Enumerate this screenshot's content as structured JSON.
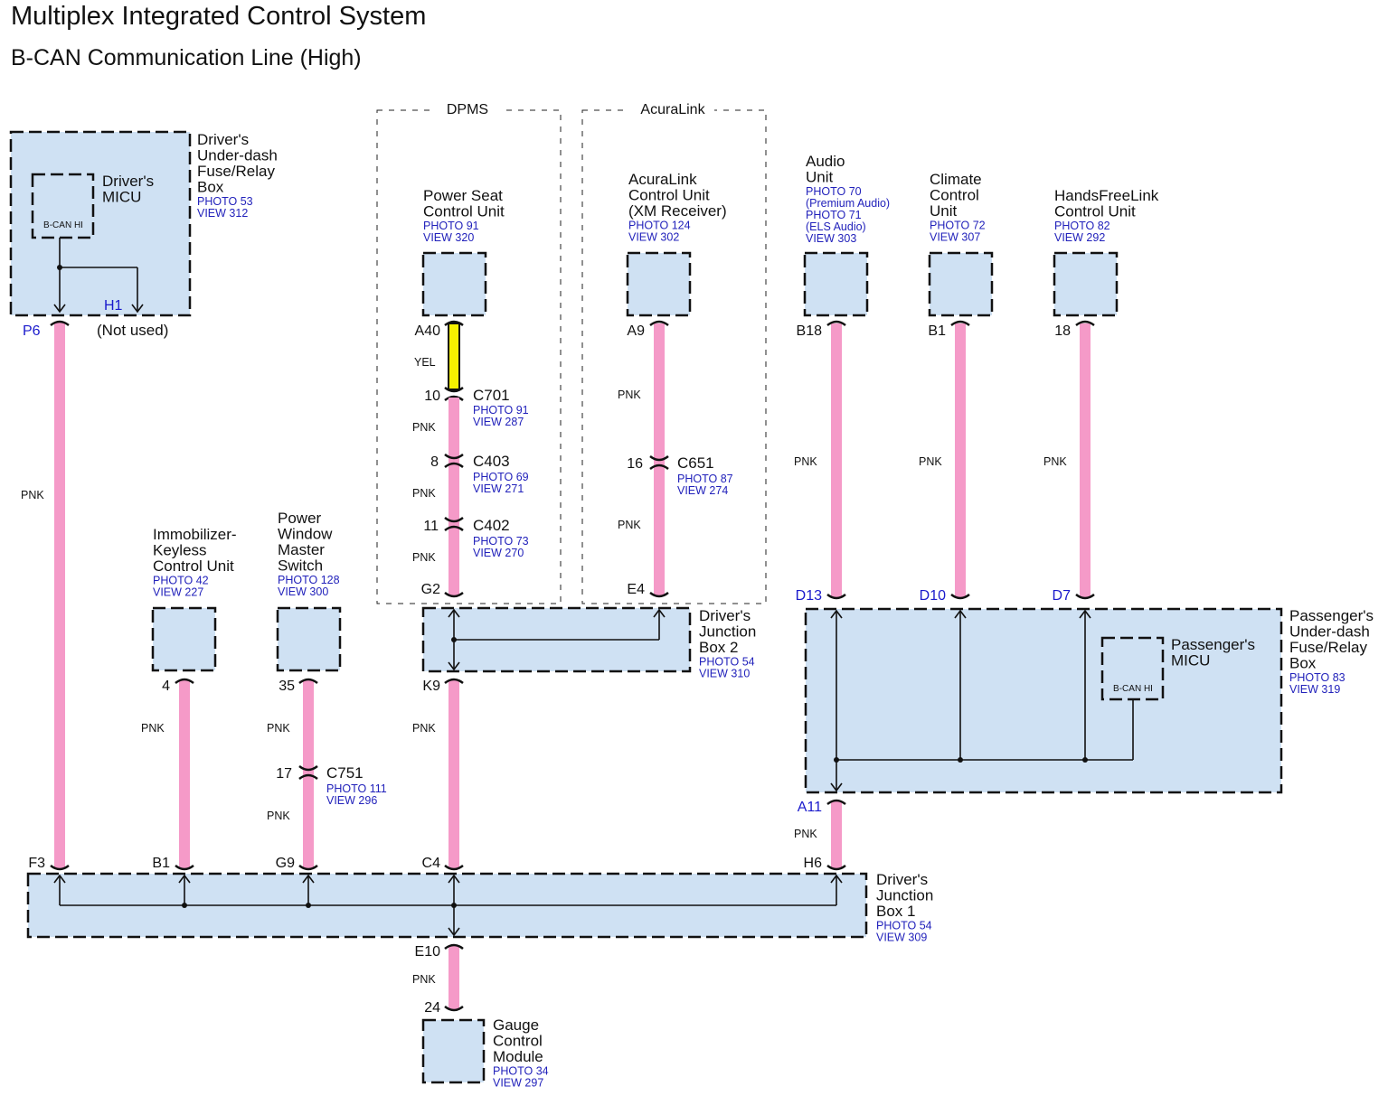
{
  "header": {
    "title": "Multiplex Integrated Control System",
    "subtitle": "B-CAN Communication Line (High)"
  },
  "colors": {
    "box_fill": "#cfe1f3",
    "wire_pink": "#f59ac8",
    "wire_yellow": "#f5f000",
    "ref_text": "#2222bb",
    "pin_blue": "#1a1acc"
  },
  "groups": {
    "dpms": "DPMS",
    "acuralink": "AcuraLink"
  },
  "components": {
    "driver_fuse_box": {
      "name": [
        "Driver's",
        "Under-dash",
        "Fuse/Relay",
        "Box"
      ],
      "refs": [
        "PHOTO 53",
        "VIEW 312"
      ]
    },
    "driver_micu": {
      "name": [
        "Driver's",
        "MICU"
      ],
      "pin_label": "B-CAN HI"
    },
    "power_seat": {
      "name": [
        "Power Seat",
        "Control Unit"
      ],
      "refs": [
        "PHOTO 91",
        "VIEW 320"
      ]
    },
    "acuralink_unit": {
      "name": [
        "AcuraLink",
        "Control Unit",
        "(XM Receiver)"
      ],
      "refs": [
        "PHOTO 124",
        "VIEW 302"
      ]
    },
    "audio_unit": {
      "name": [
        "Audio",
        "Unit"
      ],
      "refs": [
        "PHOTO 70",
        "(Premium Audio)",
        "PHOTO 71",
        "(ELS Audio)",
        "VIEW 303"
      ]
    },
    "climate_unit": {
      "name": [
        "Climate",
        "Control",
        "Unit"
      ],
      "refs": [
        "PHOTO 72",
        "VIEW 307"
      ]
    },
    "handsfreelink_unit": {
      "name": [
        "HandsFreeLink",
        "Control Unit"
      ],
      "refs": [
        "PHOTO 82",
        "VIEW 292"
      ]
    },
    "immobilizer_unit": {
      "name": [
        "Immobilizer-",
        "Keyless",
        "Control Unit"
      ],
      "refs": [
        "PHOTO 42",
        "VIEW 227"
      ]
    },
    "power_window_switch": {
      "name": [
        "Power",
        "Window",
        "Master",
        "Switch"
      ],
      "refs": [
        "PHOTO 128",
        "VIEW 300"
      ]
    },
    "junction_box_2": {
      "name": [
        "Driver's",
        "Junction",
        "Box 2"
      ],
      "refs": [
        "PHOTO 54",
        "VIEW 310"
      ]
    },
    "passenger_fuse_box": {
      "name": [
        "Passenger's",
        "Under-dash",
        "Fuse/Relay",
        "Box"
      ],
      "refs": [
        "PHOTO 83",
        "VIEW 319"
      ]
    },
    "passenger_micu": {
      "name": [
        "Passenger's",
        "MICU"
      ],
      "pin_label": "B-CAN HI"
    },
    "junction_box_1": {
      "name": [
        "Driver's",
        "Junction",
        "Box 1"
      ],
      "refs": [
        "PHOTO 54",
        "VIEW 309"
      ]
    },
    "gauge_module": {
      "name": [
        "Gauge",
        "Control",
        "Module"
      ],
      "refs": [
        "PHOTO 34",
        "VIEW 297"
      ]
    }
  },
  "pins": {
    "p6": "P6",
    "h1": "H1",
    "h1_note": "(Not used)",
    "a40": "A40",
    "c701_pin": "10",
    "c403_pin": "8",
    "c402_pin": "11",
    "g2": "G2",
    "a9": "A9",
    "c651_pin": "16",
    "e4": "E4",
    "b18": "B18",
    "b1_climate": "B1",
    "hfl_18": "18",
    "d13": "D13",
    "d10": "D10",
    "d7": "D7",
    "a11": "A11",
    "imm_4": "4",
    "pw_35": "35",
    "c751_pin": "17",
    "k9": "K9",
    "f3": "F3",
    "b1_jb1": "B1",
    "g9": "G9",
    "c4": "C4",
    "h6": "H6",
    "e10": "E10",
    "gauge_24": "24"
  },
  "connectors": {
    "c701": {
      "name": "C701",
      "refs": [
        "PHOTO 91",
        "VIEW 287"
      ]
    },
    "c403": {
      "name": "C403",
      "refs": [
        "PHOTO 69",
        "VIEW 271"
      ]
    },
    "c402": {
      "name": "C402",
      "refs": [
        "PHOTO 73",
        "VIEW 270"
      ]
    },
    "c651": {
      "name": "C651",
      "refs": [
        "PHOTO 87",
        "VIEW 274"
      ]
    },
    "c751": {
      "name": "C751",
      "refs": [
        "PHOTO 111",
        "VIEW 296"
      ]
    }
  },
  "wire_colors": {
    "yel": "YEL",
    "pnk": "PNK"
  }
}
